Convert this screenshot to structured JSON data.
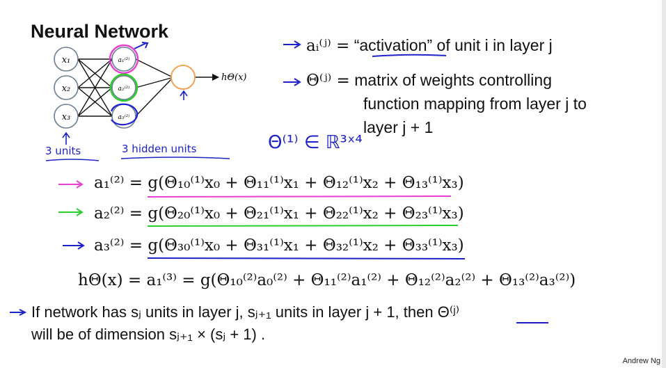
{
  "title": "Neural Network",
  "network": {
    "inputs": [
      "x₁",
      "x₂",
      "x₃"
    ],
    "hidden": [
      "a₁⁽²⁾",
      "a₂⁽²⁾",
      "a₃⁽²⁾"
    ],
    "output_label": "hΘ(x)",
    "input_note": "3 units",
    "hidden_note": "3 hidden units",
    "theta_dim_note": "Θ⁽¹⁾ ∈ ℝ³ˣ⁴",
    "colors": {
      "hidden1": "#e83fd0",
      "hidden2": "#2ad02a",
      "hidden3": "#2020d8",
      "output": "#f5a050",
      "node": "#6a7d92",
      "pen_blue": "#1d22c8"
    }
  },
  "definitions": [
    {
      "symbol": "aᵢ⁽ʲ⁾ =",
      "text": "“activation” of unit i in layer j"
    },
    {
      "symbol": "Θ⁽ʲ⁾ =",
      "text": "matrix of weights controlling",
      "text2": "function mapping from layer j to",
      "text3": "layer j + 1"
    }
  ],
  "equations": [
    "a₁⁽²⁾ = g(Θ₁₀⁽¹⁾x₀ + Θ₁₁⁽¹⁾x₁ + Θ₁₂⁽¹⁾x₂ + Θ₁₃⁽¹⁾x₃)",
    "a₂⁽²⁾ = g(Θ₂₀⁽¹⁾x₀ + Θ₂₁⁽¹⁾x₁ + Θ₂₂⁽¹⁾x₂ + Θ₂₃⁽¹⁾x₃)",
    "a₃⁽²⁾ = g(Θ₃₀⁽¹⁾x₀ + Θ₃₁⁽¹⁾x₁ + Θ₃₂⁽¹⁾x₂ + Θ₃₃⁽¹⁾x₃)",
    "hΘ(x) = a₁⁽³⁾ = g(Θ₁₀⁽²⁾a₀⁽²⁾ + Θ₁₁⁽²⁾a₁⁽²⁾ + Θ₁₂⁽²⁾a₂⁽²⁾ + Θ₁₃⁽²⁾a₃⁽²⁾)"
  ],
  "bullet": {
    "line1": "If network has sⱼ units in layer j, sⱼ₊₁ units in layer j + 1, then Θ⁽ʲ⁾",
    "line2": "will be of dimension sⱼ₊₁ × (sⱼ + 1) ."
  },
  "credit": "Andrew Ng"
}
